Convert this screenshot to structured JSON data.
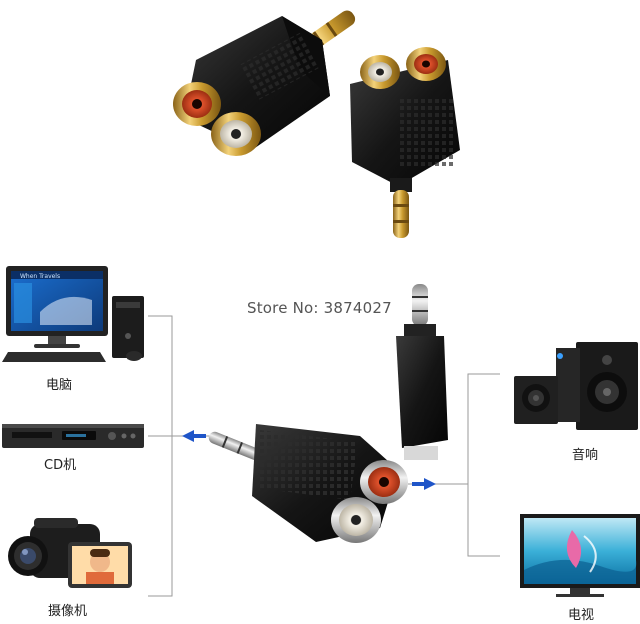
{
  "store_watermark": "Store No: 3874027",
  "devices": {
    "computer": "电脑",
    "cd_player": "CD机",
    "camcorder": "摄像机",
    "speakers": "音响",
    "tv": "电视"
  },
  "screen_text": "When Travels",
  "colors": {
    "connector_black": "#1a1a1a",
    "gold": "#d4a73a",
    "rca_red": "#e0522c",
    "arrow_blue": "#1f55c8",
    "line_gray": "#9a9a9a"
  }
}
